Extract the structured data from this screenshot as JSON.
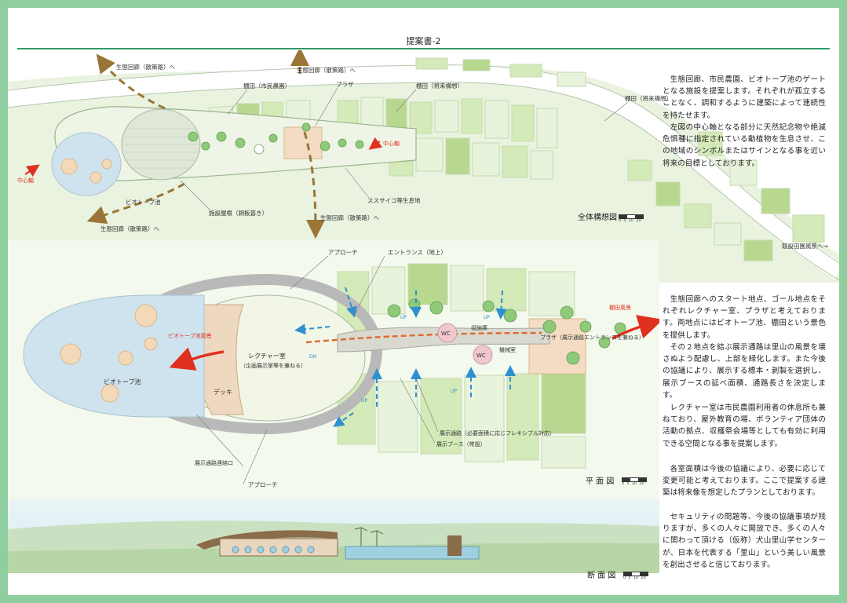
{
  "title": "提案書-2",
  "site_plan": {
    "caption": "全体構想図",
    "eco_corridor": "生態回廊（散策路）へ",
    "terraced_field_citizen": "棚田（市民農園）",
    "plaza": "プラザ",
    "terraced_field_future": "棚田（将来構想）",
    "central_axis": "中心軸",
    "biotope_pond": "ビオトープ池",
    "facility_roof": "施設屋根（銅板葺き）",
    "susuki_habitat": "ススサイコ等生息地",
    "to_terraced_landscape": "既設田園風景へ→"
  },
  "floor_plan": {
    "caption": "平 面 図",
    "approach": "アプローチ",
    "entrance": "エントランス（地上）",
    "lecture_room": "レクチャー室",
    "lecture_room_sub": "（企画展示室等を兼ねる）",
    "deck": "デッキ",
    "biotope_pond": "ビオトープ池",
    "biotope_landscape": "ビオトープ池風景",
    "terraced_landscape": "棚田風景",
    "wc": "WC",
    "storage": "収納庫",
    "machine_room": "機械室",
    "plaza": "プラザ（展示通路エントランスを兼ねる）",
    "exhibit_path_note": "展示通路（必要面積に応じフレキシブル対応）",
    "exhibit_booth": "展示ブース（常設）",
    "exhibit_entrance": "展示通路連絡口",
    "up": "UP",
    "dn": "DN"
  },
  "section": {
    "caption": "断 面 図"
  },
  "scale_numbers": "0  5  10  20",
  "paragraphs": [
    "生態回廊、市民農園、ビオトープ池のゲートとなる施設を提案します。それぞれが孤立することなく、調和するように建築によって連続性を持たせます。",
    "左図の中心軸となる部分に天然記念物や絶滅危惧種に指定されている動植物を生息させ、この地域のシンボルまたはサインとなる事を近い将来の目標としております。",
    "生態回廊へのスタート地点、ゴール地点をそれぞれレクチャー室、プラザと考えております。両地点にはビオトープ池、棚田という景色を提供します。",
    "その２地点を結ぶ展示通路は里山の風景を壊さぬよう配慮し、上部を緑化します。また今後の協議により、展示する標本・剥製を選択し、展示ブースの延べ面積、通路長さを決定します。",
    "レクチャー室は市民農園利用者の休息所も兼ねており、屋外教育の場、ボランティア団体の活動の拠点、収穫祭会場等としても有効に利用できる空間となる事を提案します。",
    "各室面積は今後の協議により、必要に応じて変更可能と考えております。ここで提案する建築は将来像を想定したプランとしております。",
    "セキュリティの問題等、今後の協議事項が残りますが、多くの人々に開放でき、多くの人々に関わって頂ける（仮称）犬山里山学センターが、日本を代表する「里山」という美しい風景を創出させると信じております。"
  ],
  "colors": {
    "frame": "#8fcf9f",
    "rule": "#2f9a6a",
    "pond": "#cfe3ee",
    "field_green": "#d4eab8",
    "field_dark": "#b8d890",
    "arrow_brown": "#9a7535",
    "arrow_red": "#e03020",
    "flow_blue": "#2f8fd0"
  }
}
